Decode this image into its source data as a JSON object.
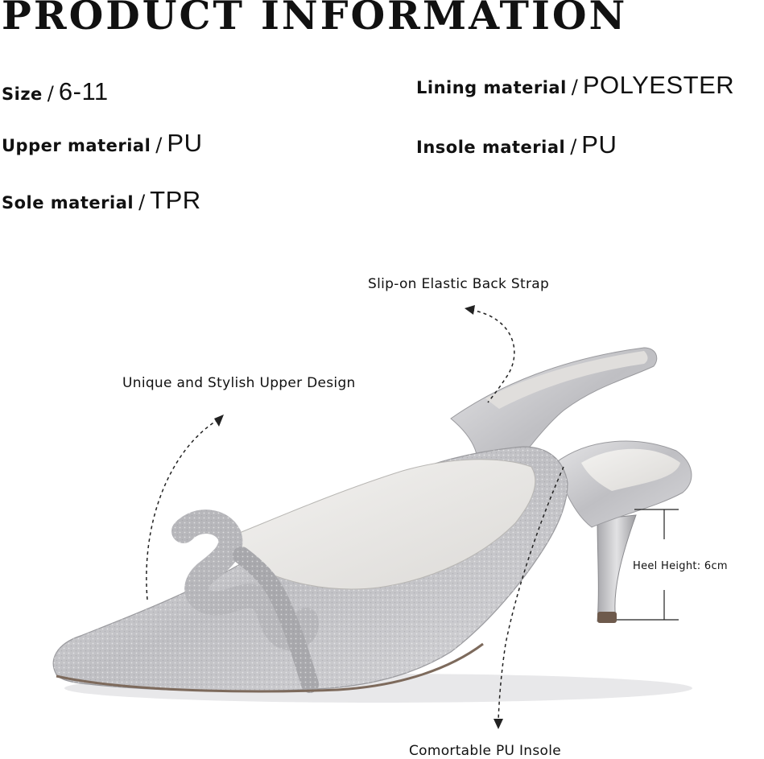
{
  "header": {
    "title": "PRODUCT INFORMATION"
  },
  "specs": [
    {
      "label": "Size",
      "value": "6-11"
    },
    {
      "label": "Upper material",
      "value": "PU"
    },
    {
      "label": "Sole material",
      "value": "TPR"
    },
    {
      "label": "Lining material",
      "value": "POLYESTER"
    },
    {
      "label": "Insole material",
      "value": "PU"
    }
  ],
  "separator": "/",
  "callouts": {
    "back_strap": "Slip-on Elastic Back Strap",
    "upper_design": "Unique and Stylish Upper Design",
    "heel_height": "Heel Height: 6cm",
    "insole": "Comortable PU Insole"
  },
  "colors": {
    "text": "#111111",
    "shoe_silver": "#c9c9cc",
    "background": "#ffffff"
  }
}
